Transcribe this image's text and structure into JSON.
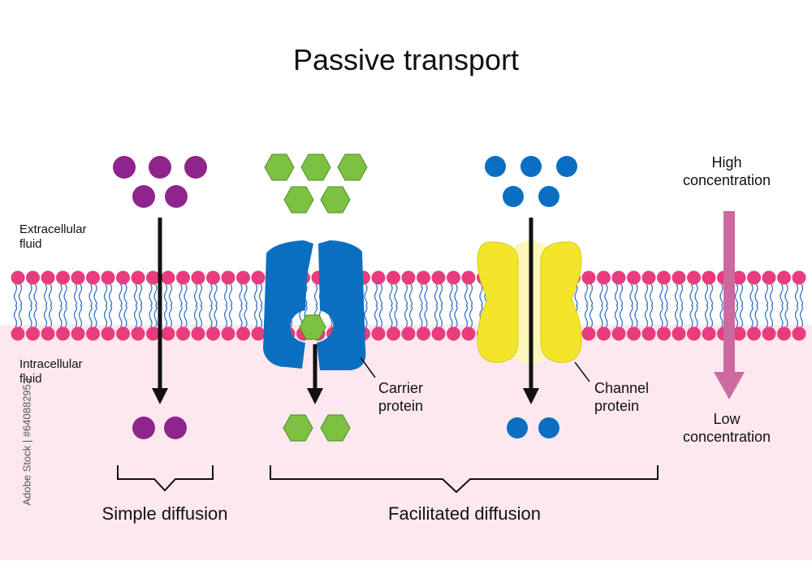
{
  "title": "Passive transport",
  "labels": {
    "extracellular": "Extracellular\nfluid",
    "intracellular": "Intracellular\nfluid",
    "high_concentration": "High\nconcentration",
    "low_concentration": "Low\nconcentration",
    "carrier_protein": "Carrier\nprotein",
    "channel_protein": "Channel\nprotein",
    "simple_diffusion": "Simple diffusion",
    "facilitated_diffusion": "Facilitated diffusion"
  },
  "watermark": "Adobe Stock | #640882953",
  "colors": {
    "membrane_head": "#e83c7d",
    "membrane_tail": "#3a76c4",
    "intracellular_bg": "#fde8f0",
    "purple_molecule": "#8e248c",
    "green_molecule": "#7cc142",
    "blue_molecule": "#0a6fc2",
    "carrier_protein": "#0b6fc0",
    "channel_protein": "#f3e62a",
    "gradient_arrow": "#cc6aa0"
  },
  "molecule_counts": {
    "purple_above": 5,
    "purple_below": 2,
    "green_above": 5,
    "green_inside_carrier": 1,
    "green_below": 2,
    "blue_above": 5,
    "blue_below": 2
  }
}
